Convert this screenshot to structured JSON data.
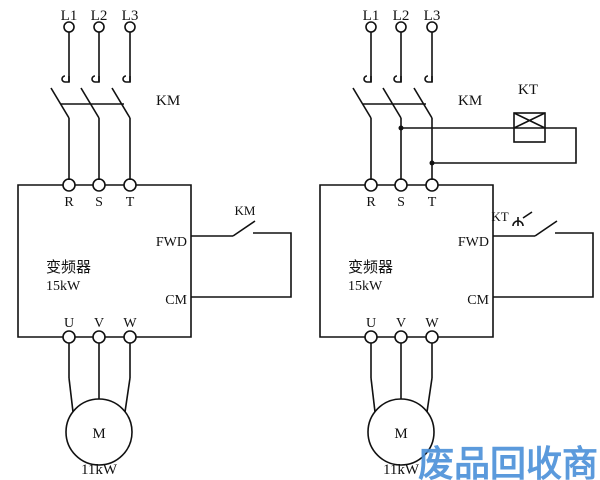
{
  "left": {
    "phases": [
      "L1",
      "L2",
      "L3"
    ],
    "contactor": "KM",
    "inputs": [
      "R",
      "S",
      "T"
    ],
    "outputs": [
      "U",
      "V",
      "W"
    ],
    "fwd": "FWD",
    "cm": "CM",
    "switch_label": "KM",
    "inverter_name": "变频器",
    "inverter_power": "15kW",
    "motor": "M",
    "motor_power": "11kW"
  },
  "right": {
    "phases": [
      "L1",
      "L2",
      "L3"
    ],
    "contactor": "KM",
    "timer": "KT",
    "inputs": [
      "R",
      "S",
      "T"
    ],
    "outputs": [
      "U",
      "V",
      "W"
    ],
    "fwd": "FWD",
    "cm": "CM",
    "switch_label": "KT",
    "inverter_name": "变频器",
    "inverter_power": "15kW",
    "motor": "M",
    "motor_power": "11kW"
  },
  "watermark": "废品回收商网",
  "colors": {
    "line": "#111111",
    "watermark": "#4a90d9"
  }
}
